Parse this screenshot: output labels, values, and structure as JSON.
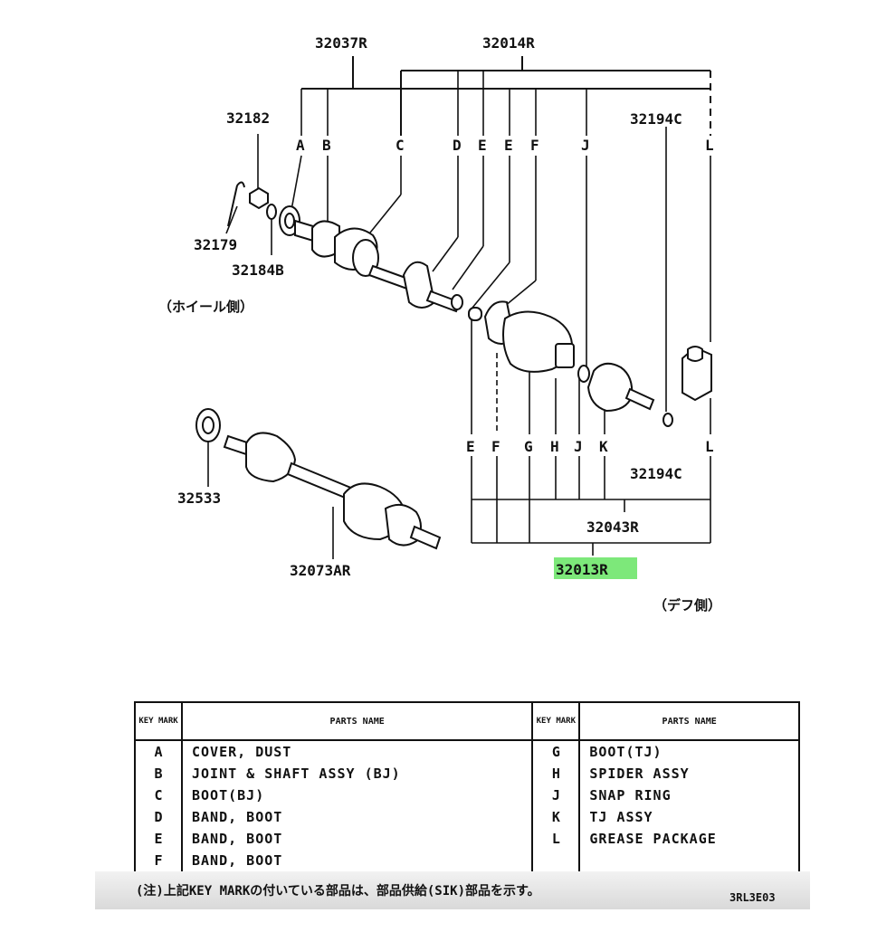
{
  "part_numbers": {
    "p32037R": "32037R",
    "p32014R": "32014R",
    "p32182": "32182",
    "p32179": "32179",
    "p32184B": "32184B",
    "p32194C_top": "32194C",
    "p32194C_bottom": "32194C",
    "p32533": "32533",
    "p32073AR": "32073AR",
    "p32043R": "32043R",
    "p32013R": "32013R"
  },
  "top_letters": [
    "A",
    "B",
    "C",
    "D",
    "E",
    "E",
    "F",
    "J",
    "L"
  ],
  "bottom_letters": [
    "E",
    "F",
    "G",
    "H",
    "J",
    "K",
    "L"
  ],
  "notes": {
    "wheel_side": "（ホイール側）",
    "diff_side": "（デフ側）"
  },
  "legend": {
    "key_header": "KEY MARK",
    "name_header": "PARTS NAME",
    "left": [
      {
        "key": "A",
        "name": "COVER, DUST"
      },
      {
        "key": "B",
        "name": "JOINT & SHAFT ASSY (BJ)"
      },
      {
        "key": "C",
        "name": "BOOT(BJ)"
      },
      {
        "key": "D",
        "name": "BAND, BOOT"
      },
      {
        "key": "E",
        "name": "BAND, BOOT"
      },
      {
        "key": "F",
        "name": "BAND, BOOT"
      }
    ],
    "right": [
      {
        "key": "G",
        "name": "BOOT(TJ)"
      },
      {
        "key": "H",
        "name": "SPIDER ASSY"
      },
      {
        "key": "J",
        "name": "SNAP RING"
      },
      {
        "key": "K",
        "name": "TJ ASSY"
      },
      {
        "key": "L",
        "name": "GREASE PACKAGE"
      }
    ]
  },
  "footnote": "(注)上記KEY MARKの付いている部品は、部品供給(SIK)部品を示す。",
  "drawing_code": "3RL3E03",
  "colors": {
    "highlight": "#7de87a",
    "ink": "#111111"
  }
}
